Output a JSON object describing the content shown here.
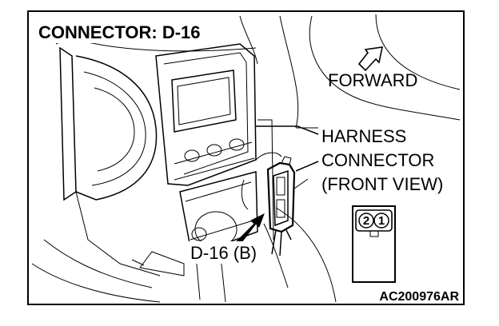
{
  "figure": {
    "title": "CONNECTOR: D-16",
    "labels": {
      "forward": "FORWARD",
      "harness_line1": "HARNESS",
      "harness_line2": "CONNECTOR",
      "harness_line3": "(FRONT VIEW)",
      "connector_callout": "D-16 (B)"
    },
    "connector_pins": [
      "2",
      "1"
    ],
    "figure_id": "AC200976AR"
  }
}
